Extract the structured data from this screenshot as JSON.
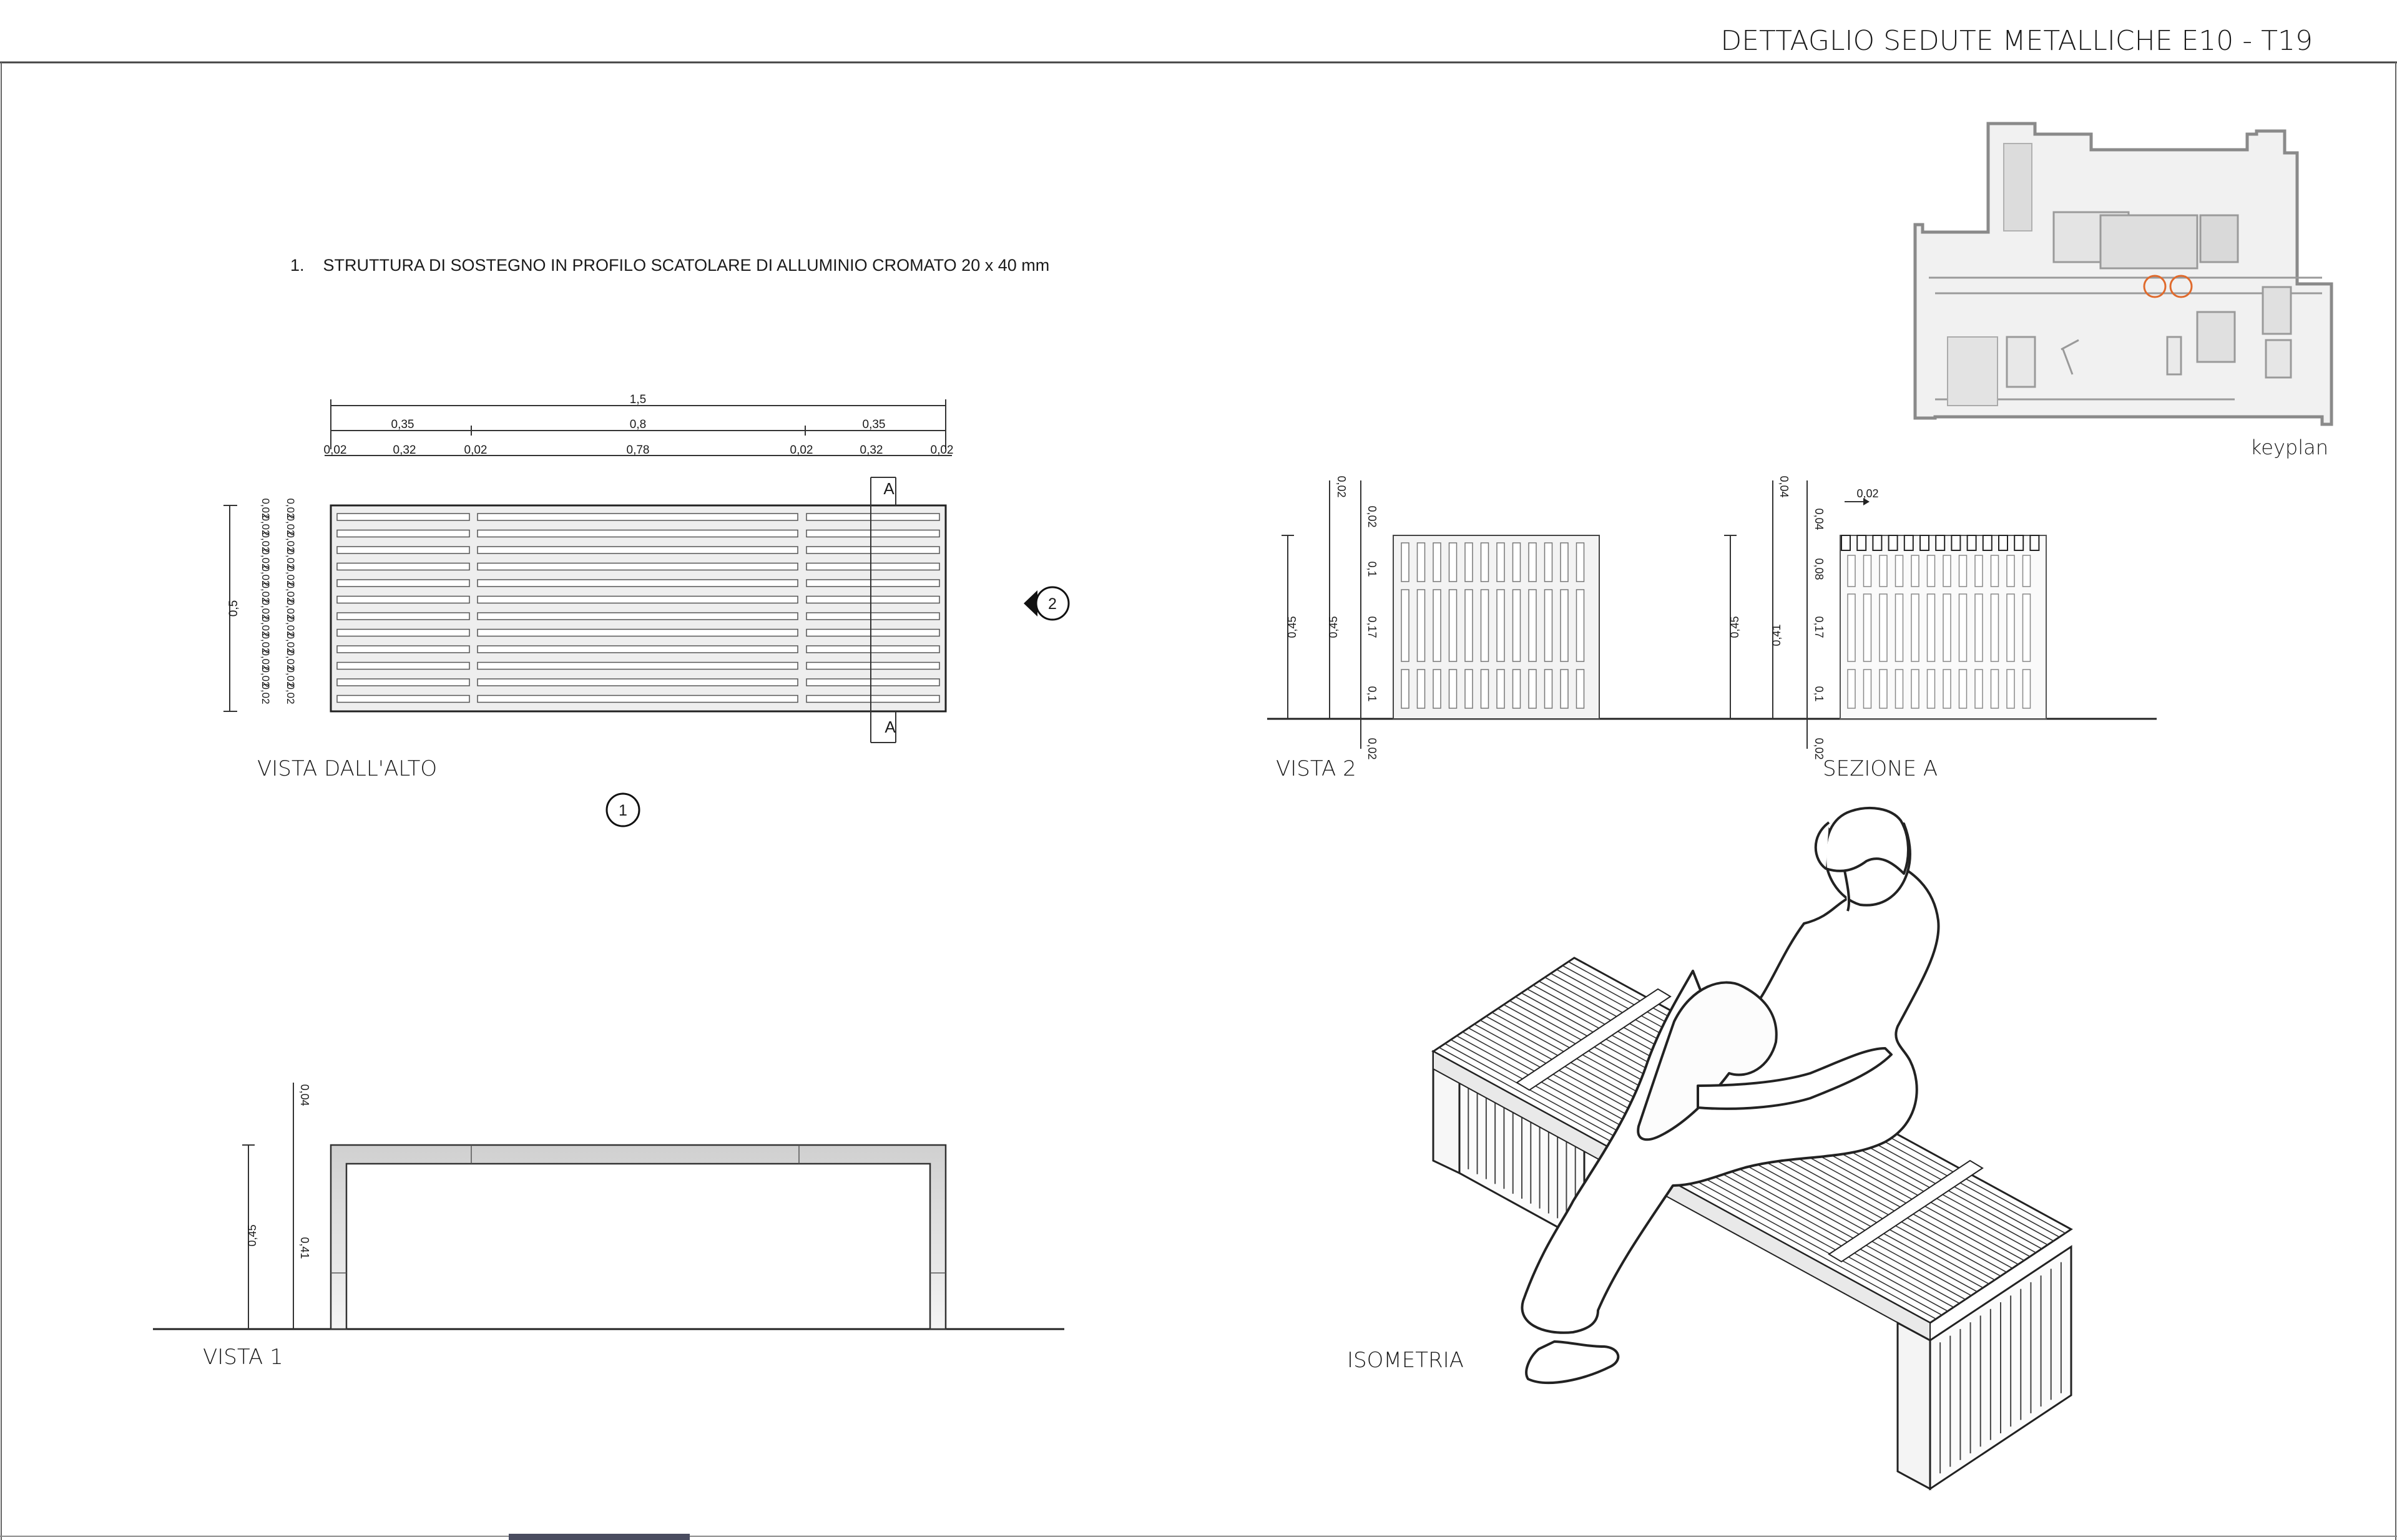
{
  "sheet": {
    "title": "DETTAGLIO SEDUTE METALLICHE E10 - T19",
    "note": "1.    STRUTTURA DI SOSTEGNO IN PROFILO SCATOLARE DI ALLUMINIO CROMATO 20 x 40 mm",
    "keyplan_label": "keyplan"
  },
  "views": {
    "top": "VISTA DALL'ALTO",
    "view1": "VISTA 1",
    "view2": "VISTA 2",
    "sectionA": "SEZIONE A",
    "iso": "ISOMETRIA"
  },
  "markers": {
    "m1": "1",
    "m2": "2",
    "secA": "A"
  },
  "dims_top": {
    "overall": "1,5",
    "segments": [
      "0,35",
      "0,8",
      "0,35"
    ],
    "details": [
      "0,02",
      "0,32",
      "0,02",
      "0,78",
      "0,02",
      "0,32",
      "0,02"
    ],
    "depth": "0,5",
    "slats": [
      "0,02",
      "0,02",
      "0,02",
      "0,02",
      "0,02",
      "0,02",
      "0,02",
      "0,02",
      "0,02",
      "0,02",
      "0,02",
      "0,02"
    ],
    "slats2": [
      "0,02",
      "0,02",
      "0,02",
      "0,02",
      "0,02",
      "0,02",
      "0,02",
      "0,02",
      "0,02",
      "0,02",
      "0,02",
      "0,02"
    ]
  },
  "dims_v2": [
    "0,45",
    "0,02",
    "0,45",
    "0,02",
    "0,1",
    "0,17",
    "0,1",
    "0,02"
  ],
  "dims_secA": [
    "0,45",
    "0,04",
    "0,41",
    "0,04",
    "0,08",
    "0,17",
    "0,1",
    "0,02",
    "0,02"
  ],
  "dims_v1": [
    "0,45",
    "0,04",
    "0,41"
  ]
}
